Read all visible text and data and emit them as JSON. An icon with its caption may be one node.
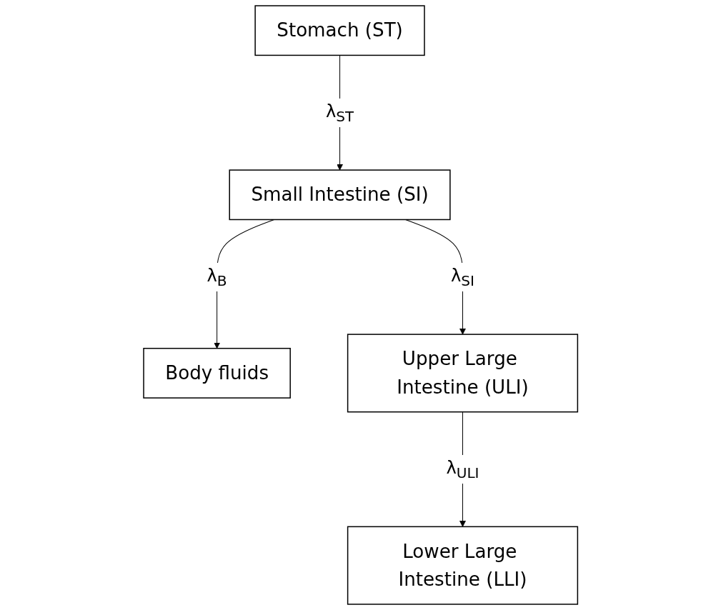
{
  "diagram": {
    "nodes": [
      {
        "text": [
          "Stomach (ST)"
        ]
      },
      {
        "text": [
          "Small Intestine (SI)"
        ]
      },
      {
        "text": [
          "Body fluids"
        ]
      },
      {
        "text": [
          "Upper Large Intestine (ULI)"
        ]
      },
      {
        "text": [
          "Lower Large Intestine (LLI)"
        ]
      }
    ],
    "edges": [
      {
        "from": 0,
        "to": 1,
        "arrow": "to",
        "label": "λ$_{ST}$"
      },
      {
        "from": 1,
        "to": 2,
        "arrow": "to",
        "label": "λ$_{B}$"
      },
      {
        "from": 1,
        "to": 3,
        "arrow": "to",
        "label": "λ$_{SI}$"
      },
      {
        "from": 3,
        "to": 4,
        "arrow": "to",
        "label": "λ$_{ULI}$"
      }
    ]
  }
}
